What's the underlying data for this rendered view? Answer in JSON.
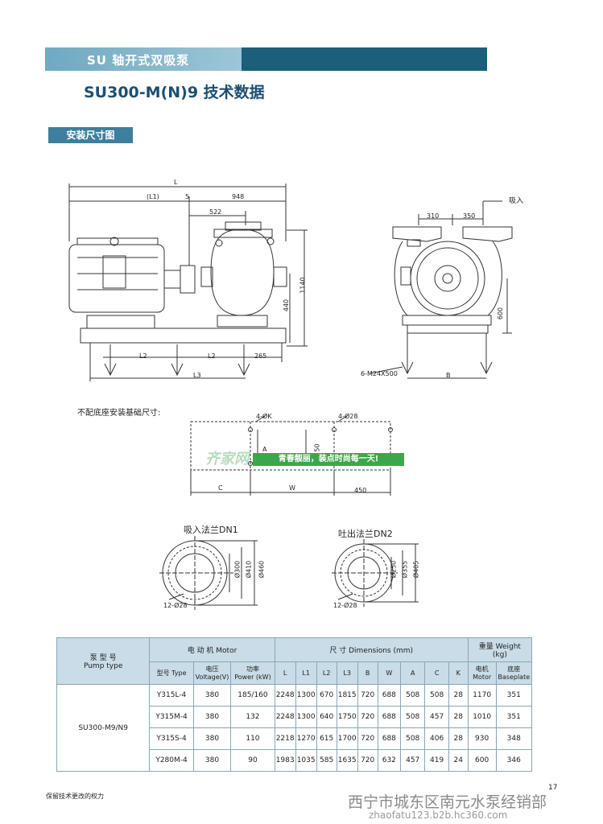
{
  "header": {
    "banner": "SU 轴开式双吸泵",
    "subtitle": "SU300-M(N)9 技术数据",
    "section": "安装尺寸图"
  },
  "drawing": {
    "labels": {
      "L": "L",
      "L1": "(L1)",
      "five": "5",
      "d948": "948",
      "d522": "522",
      "d440": "440",
      "d1140": "1140",
      "L2a": "L2",
      "L2b": "L2",
      "d265": "265",
      "L3": "L3",
      "inlet": "吸入",
      "d310": "310",
      "d350": "350",
      "d600": "600",
      "bolt": "6-M24X500",
      "B": "B"
    },
    "foundation": {
      "title": "不配底座安装基础尺寸:",
      "k": "4-ØK",
      "d28": "4-Ø28",
      "A": "A",
      "d50": "50",
      "C": "C",
      "W": "W",
      "d450": "450"
    },
    "flange1": {
      "title": "吸入法兰DN1",
      "d1": "Ø300",
      "d2": "Ø410",
      "d3": "Ø460",
      "holes": "12-Ø28"
    },
    "flange2": {
      "title": "吐出法兰DN2",
      "d1": "Ø250",
      "d2": "Ø355",
      "d3": "Ø405",
      "holes": "12-Ø28"
    },
    "watermark": {
      "logo": "齐家网",
      "slogan": "青春靓丽，装点时尚每一天!"
    }
  },
  "table": {
    "head": {
      "pump": "泵  型  号",
      "pump_en": "Pump type",
      "motor": "电   动   机 Motor",
      "dims": "尺            寸    Dimensions (mm)",
      "weight": "重量 Weight",
      "weight_unit": "(kg)",
      "type": "型号 Type",
      "voltage": "电压",
      "voltage_en": "Voltage(V)",
      "power": "功率",
      "power_en": "Power (kW)",
      "cols": [
        "L",
        "L1",
        "L2",
        "L3",
        "B",
        "W",
        "A",
        "C",
        "K"
      ],
      "w_motor": "电机",
      "w_motor_en": "Motor",
      "w_base": "底座",
      "w_base_en": "Baseplate"
    },
    "pump_model": "SU300-M9/N9",
    "rows": [
      [
        "Y315L-4",
        "380",
        "185/160",
        "2248",
        "1300",
        "670",
        "1815",
        "720",
        "688",
        "508",
        "508",
        "28",
        "1170",
        "351"
      ],
      [
        "Y315M-4",
        "380",
        "132",
        "2248",
        "1300",
        "640",
        "1750",
        "720",
        "688",
        "508",
        "457",
        "28",
        "1010",
        "351"
      ],
      [
        "Y315S-4",
        "380",
        "110",
        "2218",
        "1270",
        "615",
        "1700",
        "720",
        "688",
        "508",
        "406",
        "28",
        "930",
        "348"
      ],
      [
        "Y280M-4",
        "380",
        "90",
        "1983",
        "1035",
        "585",
        "1635",
        "720",
        "632",
        "457",
        "419",
        "24",
        "600",
        "346"
      ]
    ]
  },
  "footer": {
    "note": "保留技术更改的权力",
    "page": "17",
    "company": "西宁市城东区南元水泵经销部",
    "url": "zhaofatu123.b2b.hc360.com"
  },
  "colors": {
    "banner": "#1b5f7a",
    "banner_light": "#8fbdd0",
    "title": "#1b4f72",
    "table_header": "#c9dce7"
  }
}
